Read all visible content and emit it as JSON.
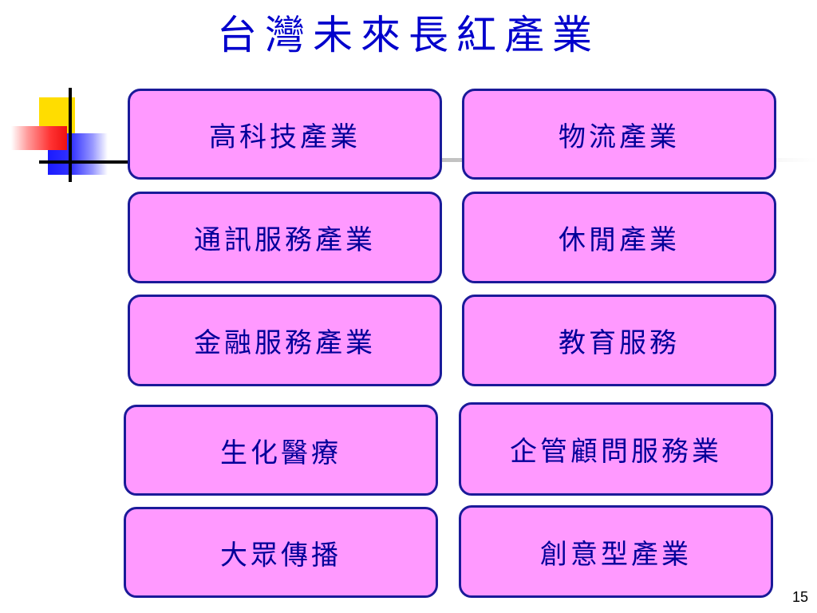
{
  "slide": {
    "title": "台灣未來長紅產業",
    "page_number": "15",
    "colors": {
      "title_text": "#0000cc",
      "box_fill": "#ff99ff",
      "box_border": "#1a1a99",
      "box_text": "#000099"
    },
    "industries": [
      "高科技產業",
      "物流產業",
      "通訊服務產業",
      "休閒產業",
      "金融服務產業",
      "教育服務",
      "生化醫療",
      "企管顧問服務業",
      "大眾傳播",
      "創意型產業"
    ]
  }
}
